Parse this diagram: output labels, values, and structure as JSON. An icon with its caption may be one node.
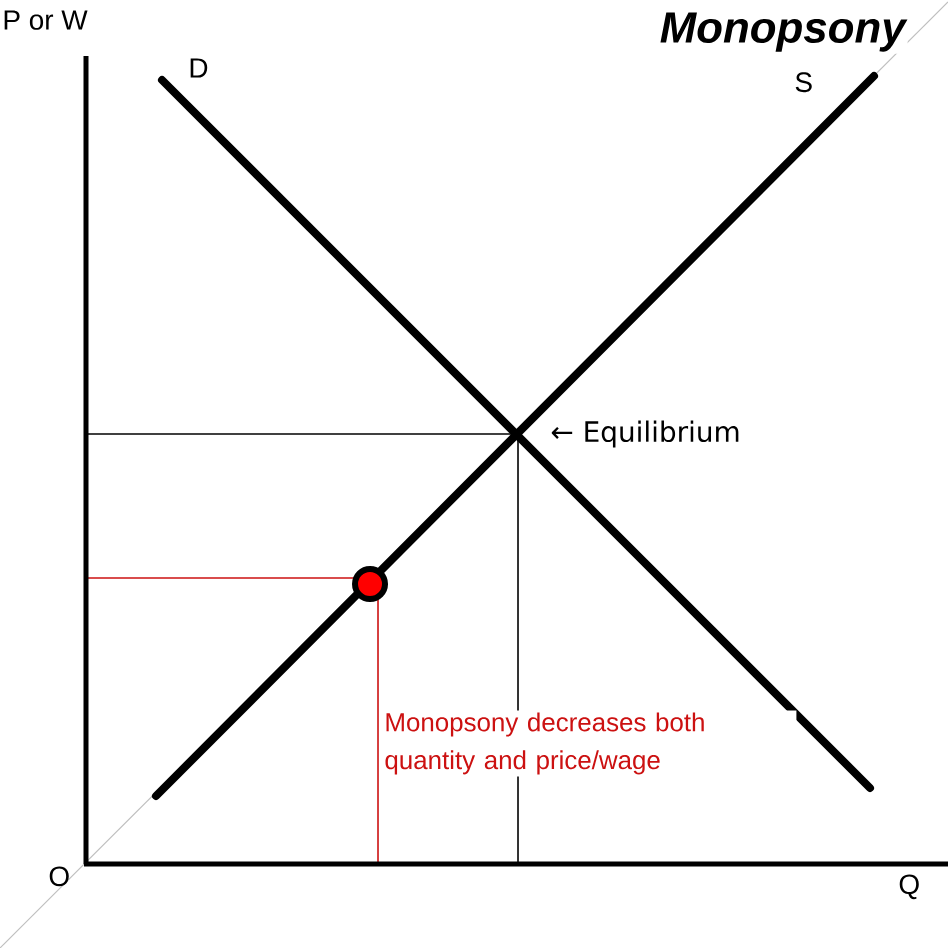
{
  "diagram": {
    "title": "Monopsony",
    "labels": [
      "P or W",
      "D",
      "S",
      "← Equilibrium",
      "Monopsony decreases both quantity and price/wage",
      "O",
      "Q"
    ]
  }
}
